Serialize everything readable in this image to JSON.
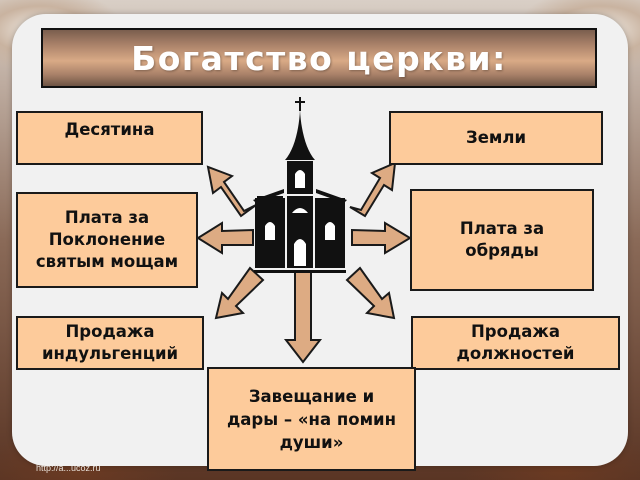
{
  "title": "Богатство церкви:",
  "center_icon": "church-icon",
  "colors": {
    "box_fill": "#fdcb9b",
    "arrow_fill": "#ddab83",
    "title_gradient_mid": "#d9aa86",
    "panel_bg": "#f1f1f1",
    "outline": "#1a1a1a"
  },
  "sources": [
    {
      "id": "tithe",
      "lines": [
        "Десятина"
      ]
    },
    {
      "id": "lands",
      "lines": [
        "Земли"
      ]
    },
    {
      "id": "relics",
      "lines": [
        "Плата за",
        "Поклонение",
        "святым мощам"
      ]
    },
    {
      "id": "rites",
      "lines": [
        "Плата за",
        "обряды"
      ]
    },
    {
      "id": "indulgences",
      "lines": [
        "Продажа",
        "индульгенций"
      ]
    },
    {
      "id": "offices",
      "lines": [
        "Продажа",
        "должностей"
      ]
    },
    {
      "id": "bequests",
      "lines": [
        "Завещание  и",
        "дары – «на помин",
        "души»"
      ]
    }
  ],
  "watermark": "http://a...ucoz.ru"
}
